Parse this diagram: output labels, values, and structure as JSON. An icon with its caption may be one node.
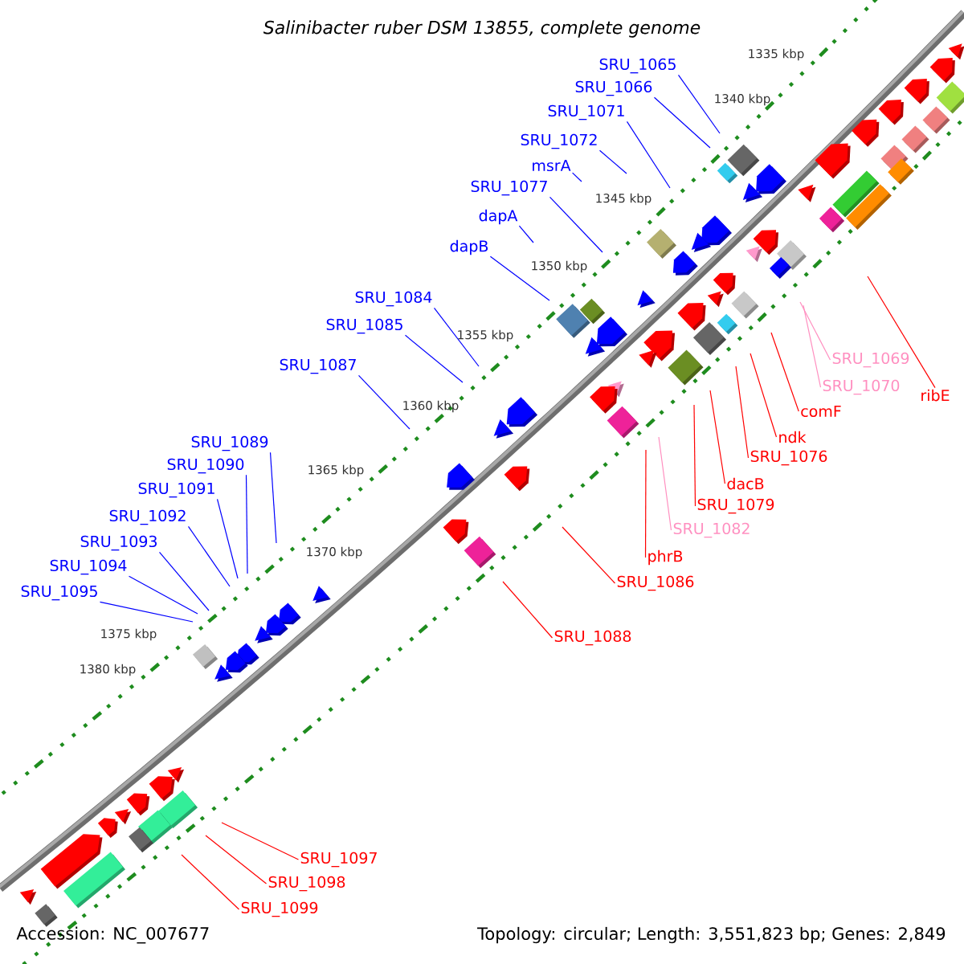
{
  "diagram": {
    "title": "Salinibacter ruber DSM 13855, complete genome",
    "nodes": [
      {
        "text": [
          "SRU_1065"
        ]
      },
      {
        "text": [
          "SRU_1066"
        ]
      },
      {
        "text": [
          "SRU_1071"
        ]
      },
      {
        "text": [
          "SRU_1072"
        ]
      },
      {
        "text": [
          "msrA"
        ]
      },
      {
        "text": [
          "SRU_1077"
        ]
      },
      {
        "text": [
          "dapA"
        ]
      },
      {
        "text": [
          "dapB"
        ]
      },
      {
        "text": [
          "SRU_1084"
        ]
      },
      {
        "text": [
          "SRU_1085"
        ]
      },
      {
        "text": [
          "SRU_1087"
        ]
      },
      {
        "text": [
          "SRU_1089"
        ]
      },
      {
        "text": [
          "SRU_1090"
        ]
      },
      {
        "text": [
          "SRU_1091"
        ]
      },
      {
        "text": [
          "SRU_1092"
        ]
      },
      {
        "text": [
          "SRU_1093"
        ]
      },
      {
        "text": [
          "SRU_1094"
        ]
      },
      {
        "text": [
          "SRU_1095"
        ]
      },
      {
        "text": [
          "SRU_1069"
        ]
      },
      {
        "text": [
          "SRU_1070"
        ]
      },
      {
        "text": [
          "ribE"
        ]
      },
      {
        "text": [
          "comF"
        ]
      },
      {
        "text": [
          "ndk"
        ]
      },
      {
        "text": [
          "SRU_1076"
        ]
      },
      {
        "text": [
          "dacB"
        ]
      },
      {
        "text": [
          "SRU_1079"
        ]
      },
      {
        "text": [
          "SRU_1082"
        ]
      },
      {
        "text": [
          "phrB"
        ]
      },
      {
        "text": [
          "SRU_1086"
        ]
      },
      {
        "text": [
          "SRU_1088"
        ]
      },
      {
        "text": [
          "SRU_1097"
        ]
      },
      {
        "text": [
          "SRU_1098"
        ]
      },
      {
        "text": [
          "SRU_1099"
        ]
      }
    ],
    "edges": [
      {
        "from": 0,
        "to": null,
        "arrow": "none"
      },
      {
        "from": 1,
        "to": null,
        "arrow": "none"
      },
      {
        "from": 2,
        "to": null,
        "arrow": "none"
      },
      {
        "from": 3,
        "to": null,
        "arrow": "none"
      },
      {
        "from": 4,
        "to": null,
        "arrow": "none"
      },
      {
        "from": 5,
        "to": null,
        "arrow": "none"
      },
      {
        "from": 6,
        "to": null,
        "arrow": "none"
      },
      {
        "from": 7,
        "to": null,
        "arrow": "none"
      },
      {
        "from": 8,
        "to": null,
        "arrow": "none"
      },
      {
        "from": 9,
        "to": null,
        "arrow": "none"
      },
      {
        "from": 10,
        "to": null,
        "arrow": "none"
      },
      {
        "from": 11,
        "to": null,
        "arrow": "none"
      },
      {
        "from": 12,
        "to": null,
        "arrow": "none"
      },
      {
        "from": 13,
        "to": null,
        "arrow": "none"
      },
      {
        "from": 14,
        "to": null,
        "arrow": "none"
      },
      {
        "from": 15,
        "to": null,
        "arrow": "none"
      },
      {
        "from": 16,
        "to": null,
        "arrow": "none"
      },
      {
        "from": 17,
        "to": null,
        "arrow": "none"
      },
      {
        "from": 18,
        "to": null,
        "arrow": "none",
        "color": "#ff8fc0"
      },
      {
        "from": 19,
        "to": null,
        "arrow": "none",
        "color": "#ff8fc0"
      },
      {
        "from": 20,
        "to": null,
        "arrow": "none",
        "color": "#ff0000"
      },
      {
        "from": 21,
        "to": null,
        "arrow": "none",
        "color": "#ff0000"
      },
      {
        "from": 22,
        "to": null,
        "arrow": "none",
        "color": "#ff0000"
      },
      {
        "from": 23,
        "to": null,
        "arrow": "none",
        "color": "#ff0000"
      },
      {
        "from": 24,
        "to": null,
        "arrow": "none",
        "color": "#ff0000"
      },
      {
        "from": 25,
        "to": null,
        "arrow": "none",
        "color": "#ff0000"
      },
      {
        "from": 26,
        "to": null,
        "arrow": "none",
        "color": "#ff8fc0"
      },
      {
        "from": 27,
        "to": null,
        "arrow": "none",
        "color": "#ff0000"
      },
      {
        "from": 28,
        "to": null,
        "arrow": "none",
        "color": "#ff0000"
      },
      {
        "from": 29,
        "to": null,
        "arrow": "none",
        "color": "#ff0000"
      },
      {
        "from": 30,
        "to": null,
        "arrow": "none",
        "color": "#ff0000"
      },
      {
        "from": 31,
        "to": null,
        "arrow": "none",
        "color": "#ff0000"
      },
      {
        "from": 32,
        "to": null,
        "arrow": "none",
        "color": "#ff0000"
      }
    ],
    "labels": [
      "1335 kbp",
      "1340 kbp",
      "1345 kbp",
      "1350 kbp",
      "1355 kbp",
      "1360 kbp",
      "1365 kbp",
      "1370 kbp",
      "1375 kbp",
      "1380 kbp",
      "Accession: NC_007677",
      "Topology: circular; Length: 3,551,823 bp; Genes: 2,849"
    ]
  }
}
